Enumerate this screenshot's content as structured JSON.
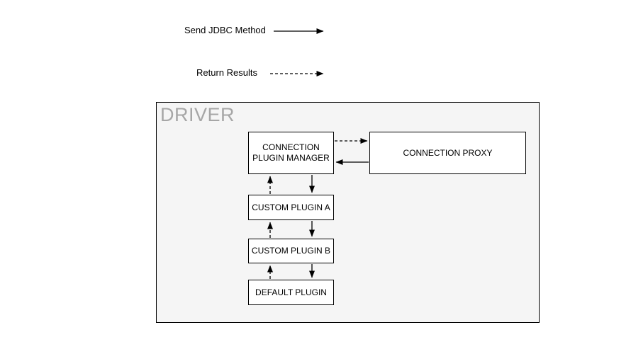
{
  "legend": {
    "items": [
      {
        "label": "Send JDBC Method",
        "style": "solid"
      },
      {
        "label": "Return Results",
        "style": "dashed"
      }
    ]
  },
  "driver": {
    "label": "DRIVER",
    "bg_color": "#f5f5f5",
    "border_color": "#000000",
    "label_color": "#a6a6a6"
  },
  "nodes": [
    {
      "id": "connection-plugin-manager",
      "label": "CONNECTION PLUGIN MANAGER"
    },
    {
      "id": "connection-proxy",
      "label": "CONNECTION PROXY"
    },
    {
      "id": "custom-plugin-a",
      "label": "CUSTOM PLUGIN A"
    },
    {
      "id": "custom-plugin-b",
      "label": "CUSTOM PLUGIN B"
    },
    {
      "id": "default-plugin",
      "label": "DEFAULT PLUGIN"
    }
  ],
  "edges": [
    {
      "from": "connection-plugin-manager",
      "to": "connection-proxy",
      "style": "dashed",
      "meaning": "Return Results"
    },
    {
      "from": "connection-proxy",
      "to": "connection-plugin-manager",
      "style": "solid",
      "meaning": "Send JDBC Method"
    },
    {
      "from": "connection-plugin-manager",
      "to": "custom-plugin-a",
      "style": "solid",
      "meaning": "Send JDBC Method"
    },
    {
      "from": "custom-plugin-a",
      "to": "connection-plugin-manager",
      "style": "dashed",
      "meaning": "Return Results"
    },
    {
      "from": "custom-plugin-a",
      "to": "custom-plugin-b",
      "style": "solid",
      "meaning": "Send JDBC Method"
    },
    {
      "from": "custom-plugin-b",
      "to": "custom-plugin-a",
      "style": "dashed",
      "meaning": "Return Results"
    },
    {
      "from": "custom-plugin-b",
      "to": "default-plugin",
      "style": "solid",
      "meaning": "Send JDBC Method"
    },
    {
      "from": "default-plugin",
      "to": "custom-plugin-b",
      "style": "dashed",
      "meaning": "Return Results"
    }
  ]
}
